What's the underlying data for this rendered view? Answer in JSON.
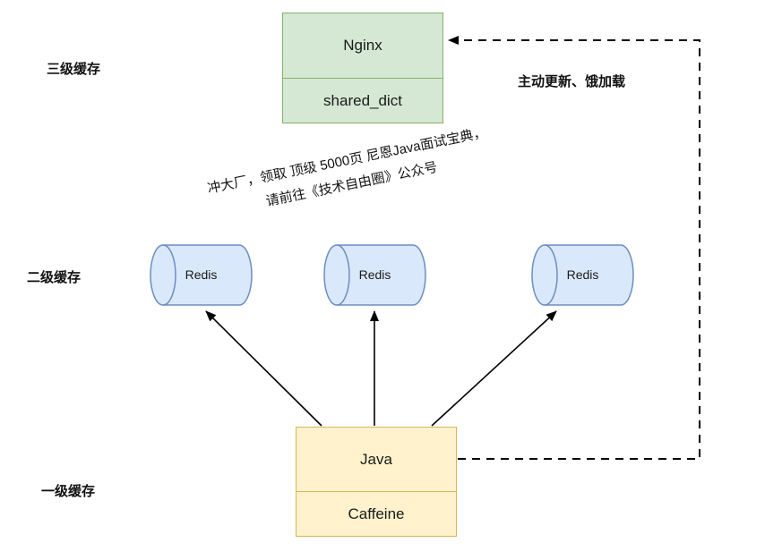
{
  "level_labels": {
    "l3": "三级缓存",
    "l2": "二级缓存",
    "l1": "一级缓存"
  },
  "nginx_box": {
    "title": "Nginx",
    "subtitle": "shared_dict"
  },
  "redis_nodes": [
    {
      "label": "Redis"
    },
    {
      "label": "Redis"
    },
    {
      "label": "Redis"
    }
  ],
  "java_box": {
    "title": "Java",
    "subtitle": "Caffeine"
  },
  "dashed_arrow_label": "主动更新、饿加载",
  "watermark": {
    "line1": "冲大厂，领取 顶级  5000页 尼恩Java面试宝典，",
    "line2": "请前往《技术自由圈》公众号"
  },
  "colors": {
    "nginx_fill": "#d5e8d4",
    "nginx_stroke": "#82b366",
    "redis_fill": "#dae8fc",
    "redis_stroke": "#6c8ebf",
    "java_fill": "#fff2cc",
    "java_stroke": "#d6b656",
    "arrow_color": "#000000"
  }
}
